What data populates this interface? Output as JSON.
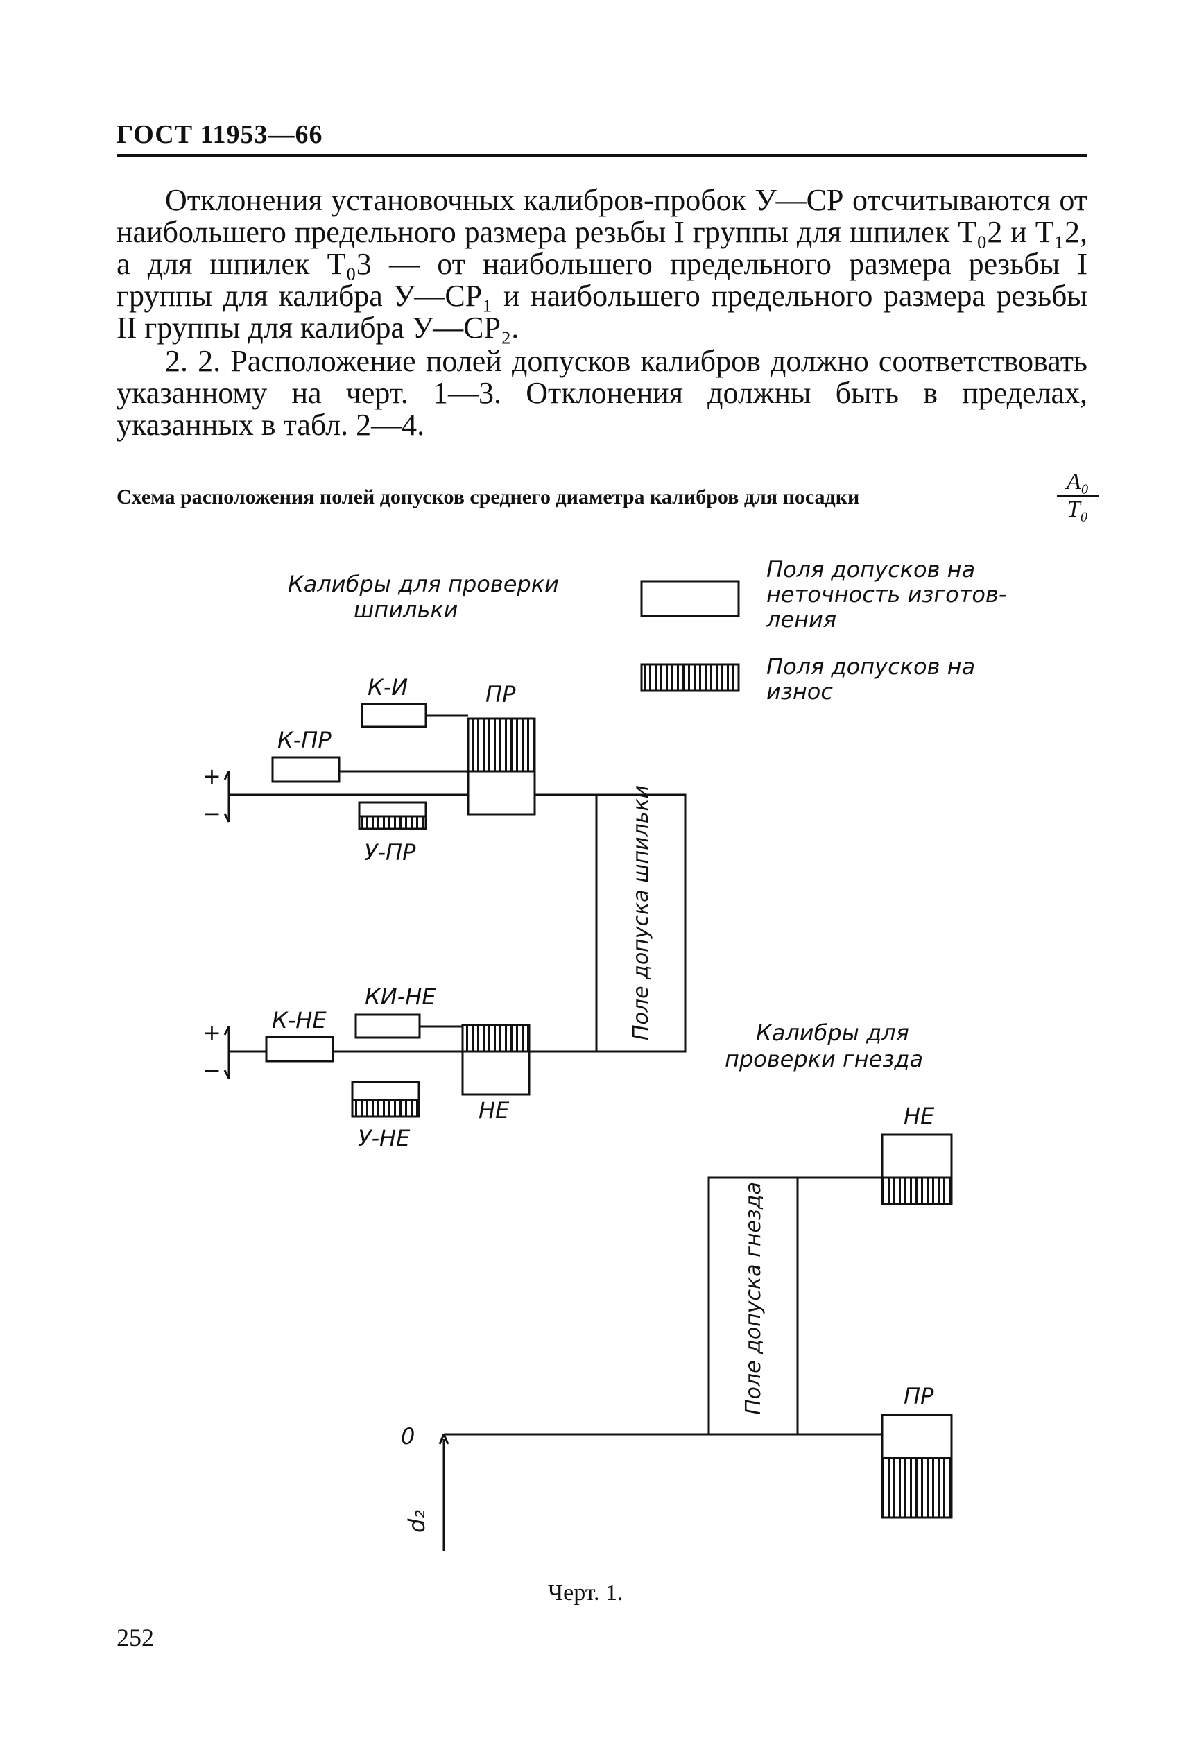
{
  "header": {
    "title": "ГОСТ 11953—66"
  },
  "paragraphs": {
    "p1": "Отклонения установочных калибров-пробок У—СР отсчитываются от наибольшего предельного размера резьбы I группы для шпилек T₀2 и T₁2, а для шпилек T₀3 — от наибольшего предельного размера резьбы I группы для калибра У—СР₁ и наибольшего предельного размера резьбы II группы для калибра У—СР₂.",
    "p2": "2. 2. Расположение полей допусков калибров должно соответствовать указанному на черт. 1—3. Отклонения должны быть в пределах, указанных в табл. 2—4."
  },
  "figure": {
    "caption": "Схема расположения полей допусков среднего диаметра калибров для посадки",
    "fit_numerator": "A₀",
    "fit_denominator": "T₀",
    "legend": {
      "plain_line1": "Поля допусков на",
      "plain_line2": "неточность изготов-",
      "plain_line3": "ления",
      "hatched_line1": "Поля допусков на",
      "hatched_line2": "износ"
    },
    "stud_group_line1": "Калибры для проверки",
    "stud_group_line2": "шпильки",
    "socket_group_line1": "Калибры для",
    "socket_group_line2": "проверки гнезда",
    "labels": {
      "k_i": "К-И",
      "pr_top": "ПР",
      "k_pr": "К-ПР",
      "u_pr": "У-ПР",
      "ki_ne": "КИ-НЕ",
      "k_ne": "К-НЕ",
      "ne_stud": "НЕ",
      "u_ne": "У-НЕ",
      "ne_socket": "НЕ",
      "pr_socket": "ПР",
      "plus": "+",
      "minus": "−",
      "zero": "0",
      "d2": "d₂"
    },
    "stud_field_label": "Поле допуска шпильки",
    "socket_field_label": "Поле допуска гнезда",
    "figure_number": "Черт. 1."
  },
  "page_number": "252"
}
